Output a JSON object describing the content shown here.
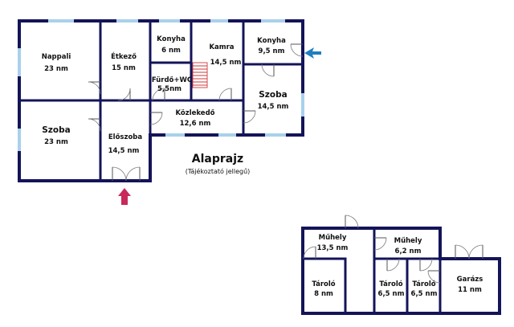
{
  "plan": {
    "title": "Alaprajz",
    "subtitle": "(Tájékoztató jellegű)",
    "rooms": {
      "nappali": {
        "name": "Nappali",
        "area": "23 nm"
      },
      "etkezo": {
        "name": "Étkező",
        "area": "15 nm"
      },
      "konyha1": {
        "name": "Konyha",
        "area": "6 nm"
      },
      "kamra": {
        "name": "Kamra",
        "area": "14,5 nm"
      },
      "konyha2": {
        "name": "Konyha",
        "area": "9,5 nm"
      },
      "furdo": {
        "name": "Fürdő+WC",
        "area": "5,5nm"
      },
      "szoba_right": {
        "name": "Szoba",
        "area": "14,5 nm"
      },
      "kozlekedo": {
        "name": "Közlekedő",
        "area": "12,6 nm"
      },
      "szoba_left": {
        "name": "Szoba",
        "area": "23 nm"
      },
      "eloszoba": {
        "name": "Előszoba",
        "area": "14,5 nm"
      },
      "muhely1": {
        "name": "Műhely",
        "area": "13,5 nm"
      },
      "muhely2": {
        "name": "Műhely",
        "area": "6,2 nm"
      },
      "tarolo1": {
        "name": "Tároló",
        "area": "8 nm"
      },
      "tarolo2": {
        "name": "Tároló",
        "area": "6,5 nm"
      },
      "tarolo3": {
        "name": "Tároló",
        "area": "6,5 nm"
      },
      "garazs": {
        "name": "Garázs",
        "area": "11 nm"
      }
    },
    "colors": {
      "wall": "#14145a",
      "window": "#a9d1ea",
      "main_entrance_arrow": "#c8285a",
      "side_entrance_arrow": "#1e7fc0",
      "stair": "#cc3a3a"
    },
    "icons": [
      "main-entrance-arrow-icon",
      "side-entrance-arrow-icon"
    ]
  }
}
